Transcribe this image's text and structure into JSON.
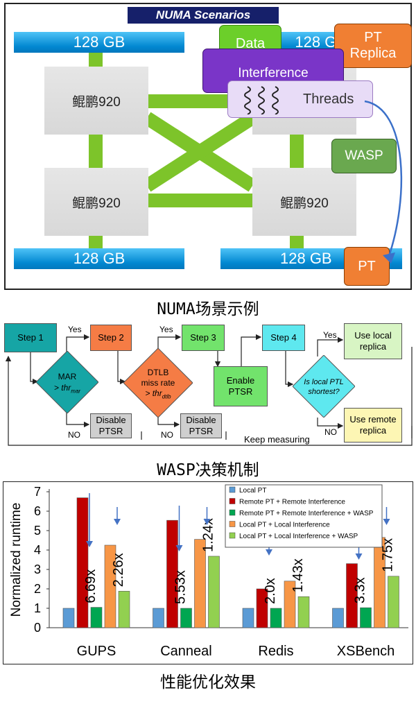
{
  "panel1": {
    "title": "NUMA Scenarios",
    "chip_label": "鲲鹏920",
    "mem_label": "128 GB",
    "data_label": "Data",
    "pt_replica_label": "PT\nReplica",
    "interference_label": "Interference",
    "threads_label": "Threads",
    "wasp_label": "WASP",
    "pt_label": "PT",
    "caption": "NUMA场景示例"
  },
  "panel2": {
    "step1": "Step 1",
    "step2": "Step 2",
    "step3": "Step 3",
    "step4": "Step 4",
    "yes": "Yes",
    "no": "NO",
    "mar_line1": "MAR",
    "mar_line2": "> thr",
    "mar_sub": "mar",
    "dtlb_line1": "DTLB",
    "dtlb_line2": "miss rate",
    "dtlb_line3": "> thr",
    "dtlb_sub": "dtlb",
    "ptl_line1": "Is local PTL",
    "ptl_line2": "shortest?",
    "disable_ptsr": "Disable\nPTSR",
    "enable_ptsr": "Enable\nPTSR",
    "use_local": "Use local\nreplica",
    "use_remote": "Use remote\nreplica",
    "keep_measuring": "Keep measuring",
    "caption": "WASP决策机制"
  },
  "panel3": {
    "caption": "性能优化效果"
  },
  "chart_data": {
    "type": "bar",
    "ylabel": "Normalized runtime",
    "ylim": [
      0,
      7
    ],
    "yticks": [
      0,
      1,
      2,
      3,
      4,
      5,
      6,
      7
    ],
    "categories": [
      "GUPS",
      "Canneal",
      "Redis",
      "XSBench"
    ],
    "series": [
      {
        "name": "Local PT",
        "color": "#5b9bd5",
        "values": [
          1.0,
          1.0,
          1.0,
          1.0
        ]
      },
      {
        "name": "Remote PT + Remote Interference",
        "color": "#c00000",
        "values": [
          6.69,
          5.53,
          2.0,
          3.3
        ]
      },
      {
        "name": "Remote PT + Remote Interference + WASP",
        "color": "#00a651",
        "values": [
          1.05,
          1.0,
          1.0,
          1.03
        ]
      },
      {
        "name": "Local PT + Local Interference",
        "color": "#f79646",
        "values": [
          4.25,
          4.55,
          2.4,
          4.65
        ]
      },
      {
        "name": "Local PT + Local Interference + WASP",
        "color": "#92d050",
        "values": [
          1.88,
          3.68,
          1.6,
          2.65
        ]
      }
    ],
    "annotations": [
      {
        "category": "GUPS",
        "text": "6.69x"
      },
      {
        "category": "GUPS",
        "text": "2.26x"
      },
      {
        "category": "Canneal",
        "text": "5.53x"
      },
      {
        "category": "Canneal",
        "text": "1.24x"
      },
      {
        "category": "Redis",
        "text": "2.0x"
      },
      {
        "category": "Redis",
        "text": "1.43x"
      },
      {
        "category": "XSBench",
        "text": "3.3x"
      },
      {
        "category": "XSBench",
        "text": "1.75x"
      }
    ],
    "legend_position": "top-right"
  }
}
